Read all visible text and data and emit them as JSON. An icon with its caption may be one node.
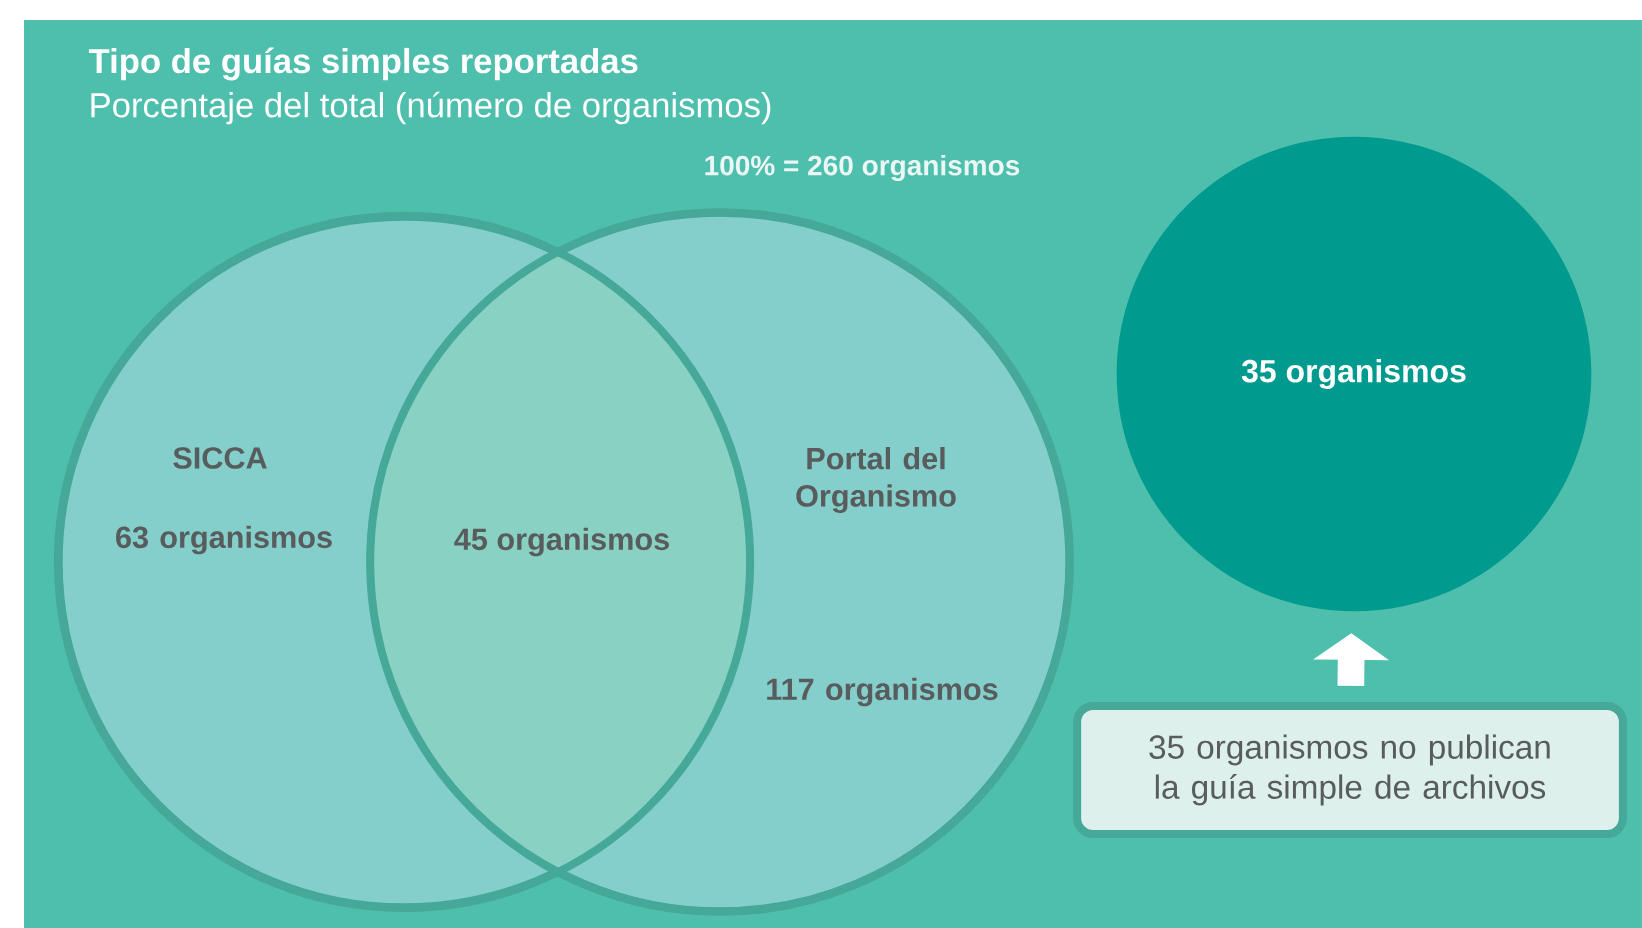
{
  "diagram": {
    "title": "Tipo de guías simples reportadas",
    "nodes": [
      {
        "text": [
          "SICCA",
          "63 organismos"
        ]
      },
      {
        "text": [
          "Portal del Organismo",
          "117 organismos"
        ]
      },
      {
        "text": [
          "35 organismos"
        ]
      },
      {
        "text": [
          "35 organismos no publican la guía simple de archivos"
        ]
      }
    ],
    "edges": [
      {
        "from": 3,
        "to": 2,
        "arrow": "to"
      }
    ],
    "labels": [
      "Porcentaje del total (número de organismos)",
      "100% = 260 organismos",
      "45 organismos"
    ]
  }
}
